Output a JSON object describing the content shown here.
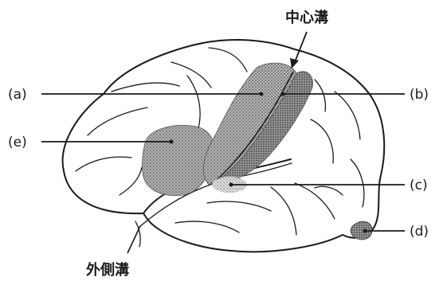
{
  "labels": {
    "central_sulcus": "中心溝",
    "lateral_sulcus": "外側溝",
    "a": "(a)",
    "b": "(b)",
    "c": "(c)",
    "d": "(d)",
    "e": "(e)"
  }
}
